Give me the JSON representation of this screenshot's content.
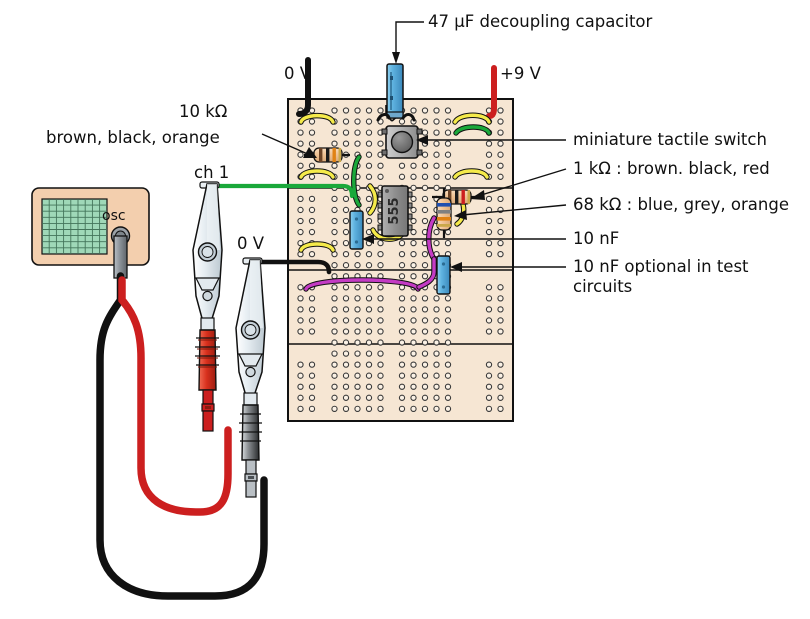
{
  "diagram": {
    "title": "555 astable test circuit on breadboard with oscilloscope",
    "labels": {
      "decoupling_cap": "47 µF decoupling capacitor",
      "zero_volt_top": "0 V",
      "plus_nine_volt": "+9 V",
      "r10k_value": "10 kΩ",
      "r10k_bands": "brown, black, orange",
      "ch1": "ch 1",
      "zero_volt_probe": "0 V",
      "osc": "osc",
      "tactile_switch": "miniature tactile switch",
      "r1k": "1 kΩ : brown. black, red",
      "r68k": "68 kΩ : blue, grey, orange",
      "cap10nf": "10 nF",
      "cap10nf_opt_line1": "10 nF optional in test",
      "cap10nf_opt_line2": "circuits",
      "ic_name": "555"
    },
    "colors": {
      "board": "#f6e6d3",
      "board_edge": "#111111",
      "hole": "#f2e0cc",
      "hole_ring": "#3a3a3a",
      "wire_yellow": "#f5ea4a",
      "wire_green": "#1aa83a",
      "wire_magenta": "#c43bc4",
      "wire_black": "#111111",
      "wire_red": "#cc1f1f",
      "cap_blue": "#5fb3e0",
      "ic_grey": "#9a9a9a",
      "switch_grey": "#b5b5b5",
      "resistor_body": "#f3c79a",
      "osc_case": "#f3cfae",
      "osc_screen": "#9fd8b8",
      "clip_grey": "#d8e0e6",
      "boot_red": "#d83a2a",
      "boot_black": "#2b2b2b"
    },
    "components": [
      {
        "name": "47uF decoupling capacitor",
        "type": "electrolytic-capacitor",
        "value": "47 µF"
      },
      {
        "name": "10k resistor",
        "type": "resistor",
        "value": "10 kΩ",
        "bands": "brown, black, orange"
      },
      {
        "name": "1k resistor",
        "type": "resistor",
        "value": "1 kΩ",
        "bands": "brown. black, red"
      },
      {
        "name": "68k resistor",
        "type": "resistor",
        "value": "68 kΩ",
        "bands": "blue, grey, orange"
      },
      {
        "name": "tactile switch",
        "type": "switch",
        "value": "miniature tactile switch"
      },
      {
        "name": "10nF capacitor",
        "type": "ceramic-capacitor",
        "value": "10 nF"
      },
      {
        "name": "10nF optional capacitor",
        "type": "ceramic-capacitor",
        "value": "10 nF optional in test circuits"
      },
      {
        "name": "555 timer IC",
        "type": "dip-ic",
        "value": "555"
      },
      {
        "name": "oscilloscope",
        "type": "instrument",
        "value": "osc"
      }
    ]
  }
}
